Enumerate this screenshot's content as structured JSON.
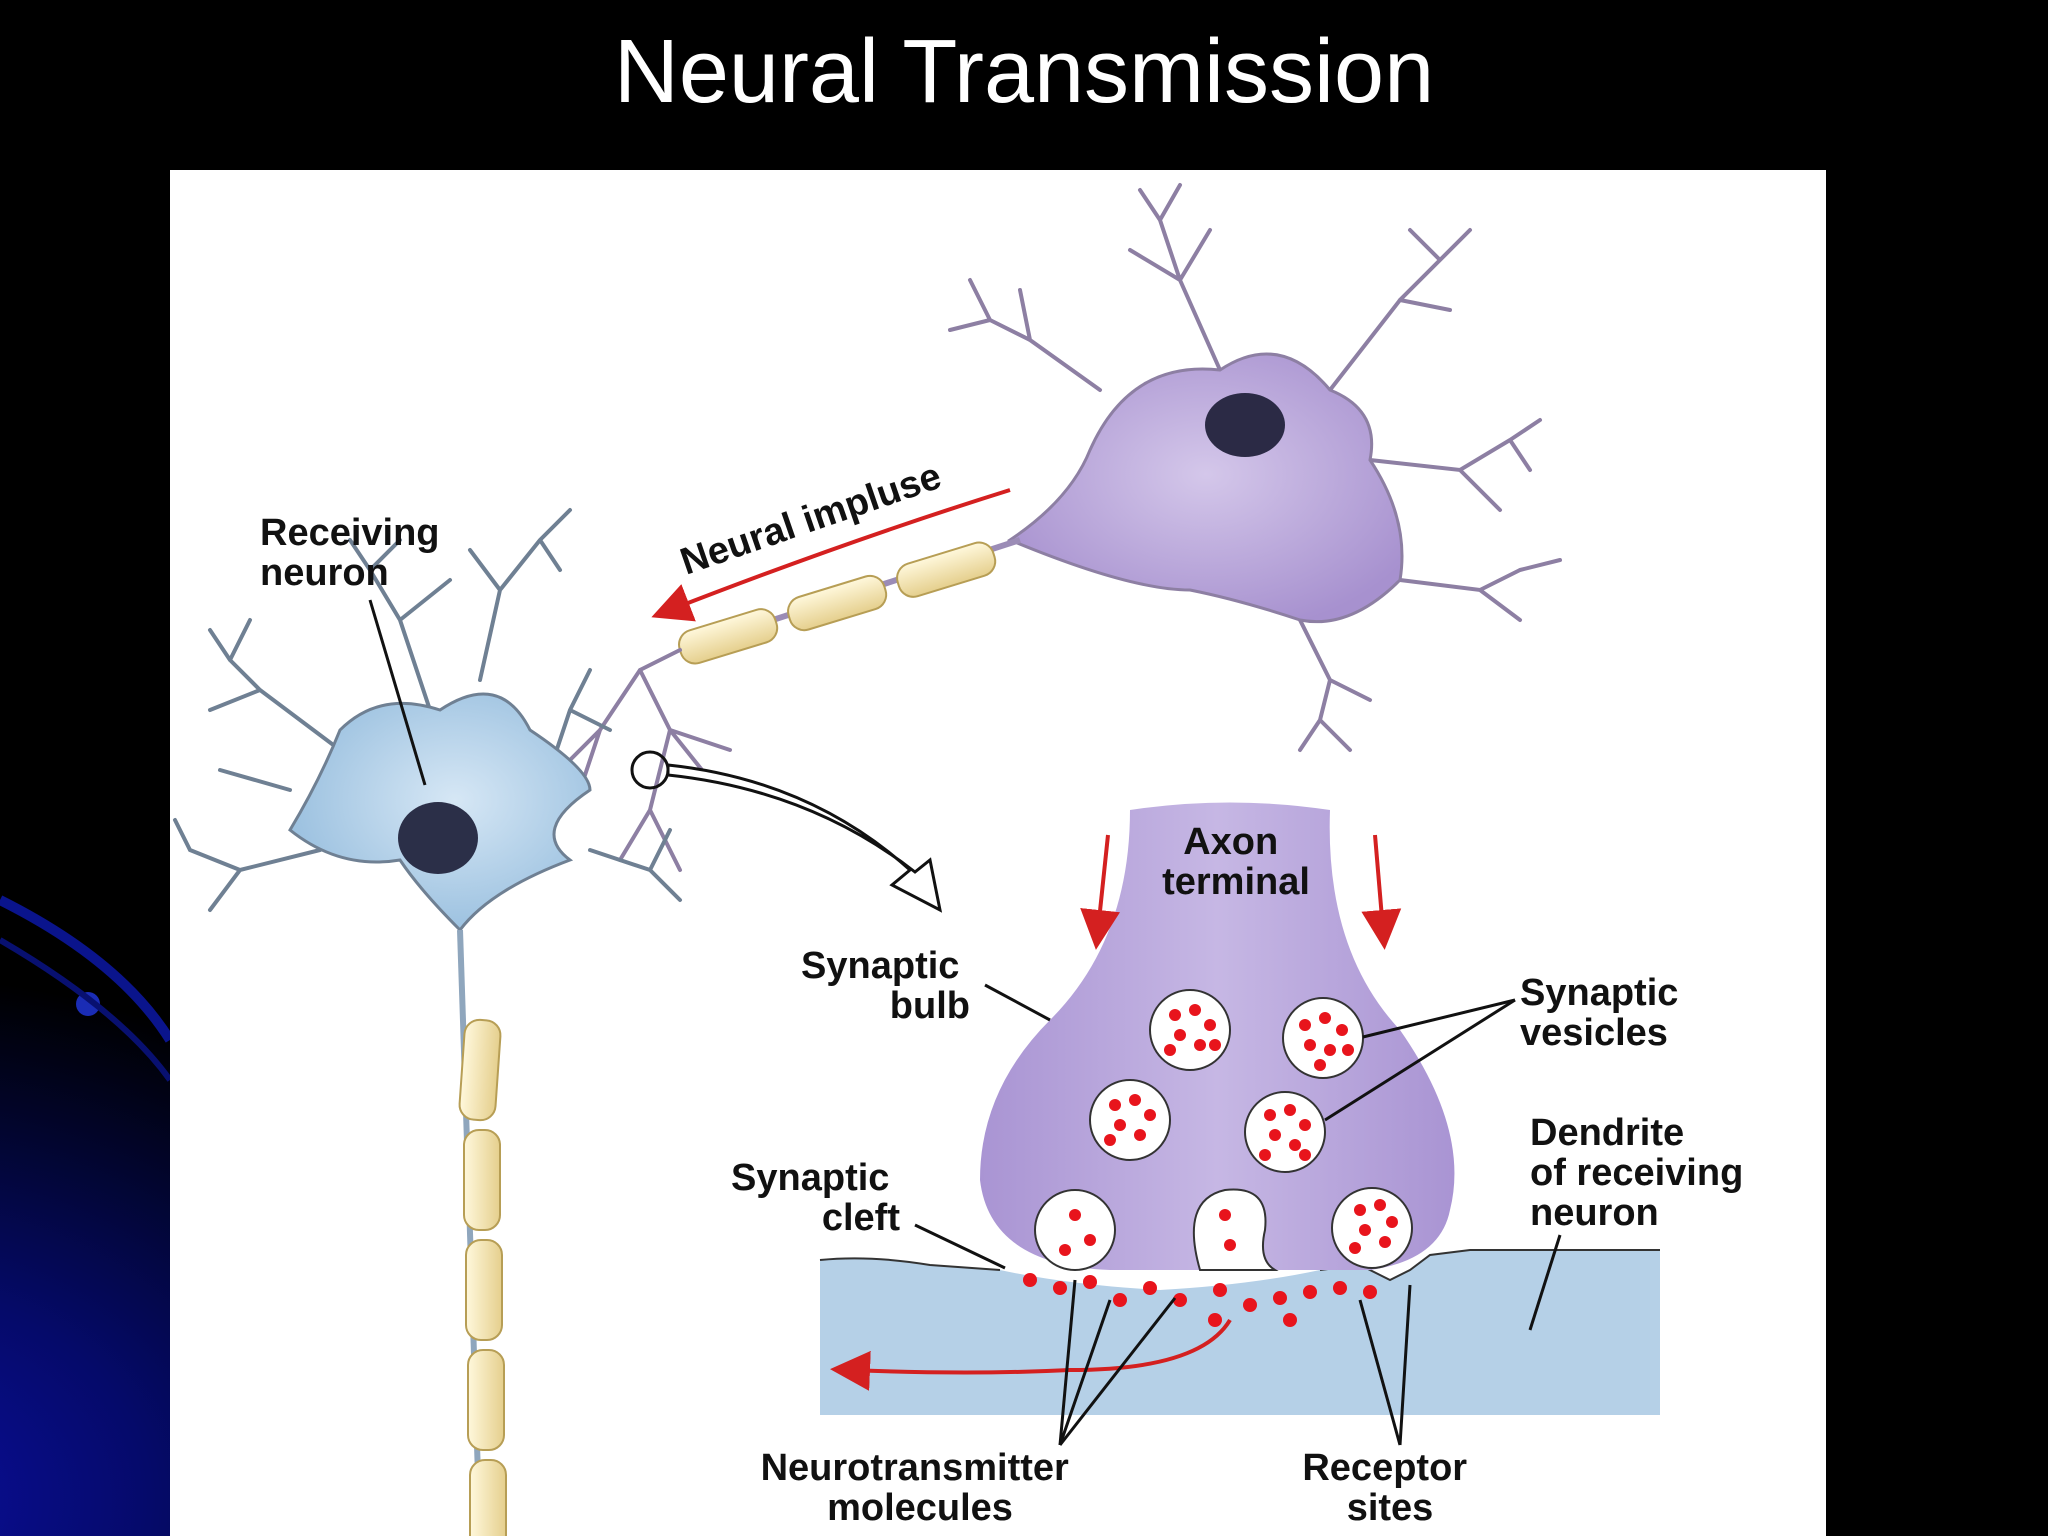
{
  "slide": {
    "title": "Neural Transmission"
  },
  "diagram": {
    "impulse_label": "Neural impluse",
    "receiving_neuron": [
      "Receiving",
      "neuron"
    ],
    "axon_terminal": [
      "Axon",
      "terminal"
    ],
    "synaptic_bulb": [
      "Synaptic",
      "bulb"
    ],
    "synaptic_vesicles": [
      "Synaptic",
      "vesicles"
    ],
    "dendrite": [
      "Dendrite",
      "of receiving",
      "neuron"
    ],
    "synaptic_cleft": [
      "Synaptic",
      "cleft"
    ],
    "neurotransmitter": [
      "Neurotransmitter",
      "molecules"
    ],
    "receptor_sites": [
      "Receptor",
      "sites"
    ]
  },
  "colors": {
    "sending_neuron": "#b9a6d6",
    "receiving_neuron": "#b7d3ea",
    "myelin": "#f1e2b4",
    "impulse_arrow": "#d42020",
    "molecule": "#e8141c"
  }
}
